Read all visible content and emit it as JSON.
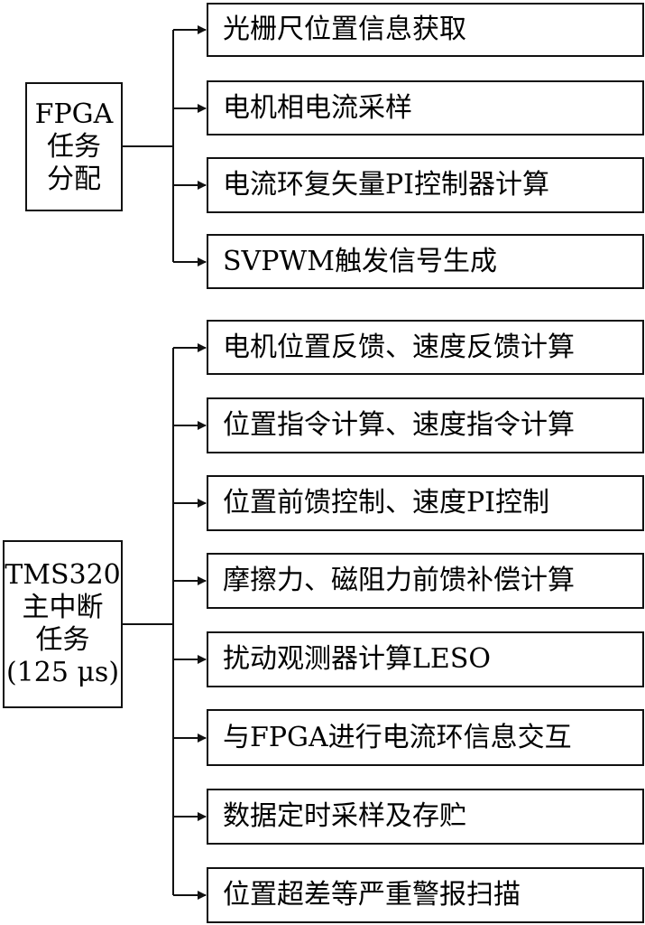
{
  "groups": [
    {
      "label_lines": [
        "FPGA",
        "任务",
        "分配"
      ],
      "tasks": [
        "光栅尺位置信息获取",
        "电机相电流采样",
        "电流环复矢量PI控制器计算",
        "SVPWM触发信号生成"
      ]
    },
    {
      "label_lines": [
        "TMS320",
        "主中断",
        "任务",
        "(125 μs)"
      ],
      "tasks": [
        "电机位置反馈、速度反馈计算",
        "位置指令计算、速度指令计算",
        "位置前馈控制、速度PI控制",
        "摩擦力、磁阻力前馈补偿计算",
        "扰动观测器计算LESO",
        "与FPGA进行电流环信息交互",
        "数据定时采样及存贮",
        "位置超差等严重警报扫描"
      ]
    }
  ],
  "colors": {
    "line": "#111111",
    "background": "#ffffff",
    "text": "#000000"
  }
}
